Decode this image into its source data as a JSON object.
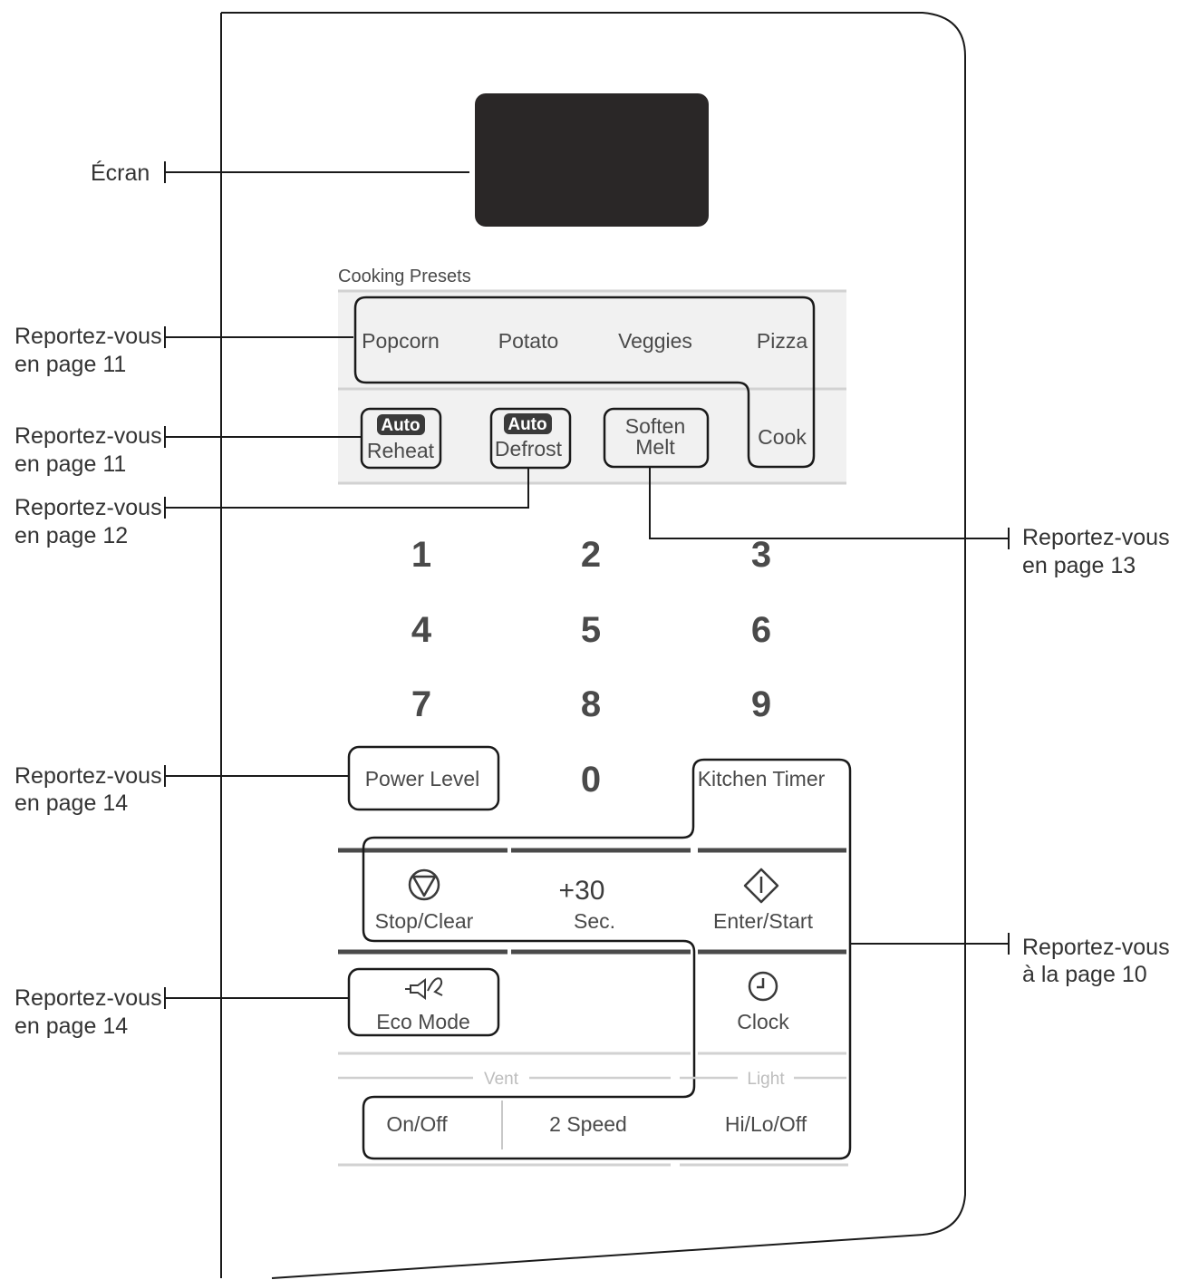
{
  "display_label": "Écran",
  "section_title": "Cooking Presets",
  "presets": [
    "Popcorn",
    "Potato",
    "Veggies",
    "Pizza"
  ],
  "cook_label": "Cook",
  "auto_badge": "Auto",
  "auto_reheat": "Reheat",
  "auto_defrost": "Defrost",
  "soften_line1": "Soften",
  "soften_line2": "Melt",
  "digits": [
    "1",
    "2",
    "3",
    "4",
    "5",
    "6",
    "7",
    "8",
    "9",
    "0"
  ],
  "power_level": "Power Level",
  "kitchen_timer": "Kitchen Timer",
  "stop_clear": "Stop/Clear",
  "plus30_line1": "+30",
  "plus30_line2": "Sec.",
  "enter_start": "Enter/Start",
  "eco_mode": "Eco Mode",
  "clock": "Clock",
  "vent_label": "Vent",
  "light_label": "Light",
  "on_off": "On/Off",
  "two_speed": "2 Speed",
  "hi_lo_off": "Hi/Lo/Off",
  "callouts": {
    "presets": {
      "line1": "Reportez-vous",
      "line2": "en page 11"
    },
    "reheat": {
      "line1": "Reportez-vous",
      "line2": "en page 11"
    },
    "defrost": {
      "line1": "Reportez-vous",
      "line2": "en page 12"
    },
    "soften": {
      "line1": "Reportez-vous",
      "line2": "en page 13"
    },
    "power": {
      "line1": "Reportez-vous",
      "line2": "en page 14"
    },
    "eco": {
      "line1": "Reportez-vous",
      "line2": "en page 14"
    },
    "timer": {
      "line1": "Reportez-vous",
      "line2": "à la page 10"
    }
  },
  "colors": {
    "screen": "#2a2727",
    "band": "#f1f1f1",
    "ink": "#1a1a1a"
  }
}
